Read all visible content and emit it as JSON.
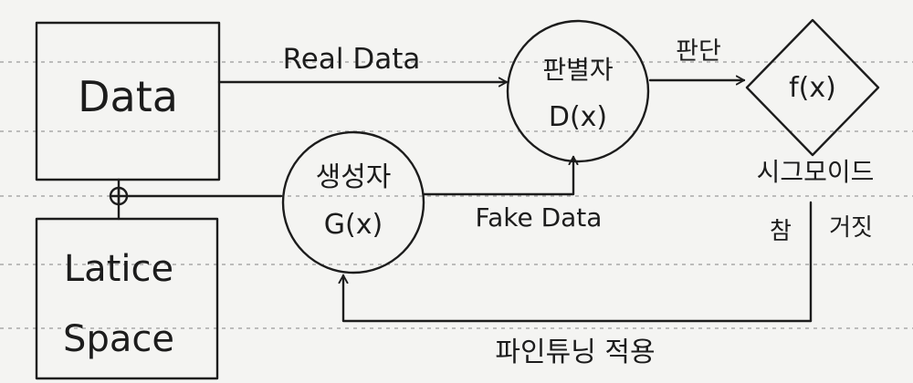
{
  "nodes": {
    "data": "Data",
    "latent_line1": "Latice",
    "latent_line2": "Space",
    "generator_line1": "생성자",
    "generator_line2": "G(x)",
    "discriminator_line1": "판별자",
    "discriminator_line2": "D(x)",
    "function": "f(x)",
    "activation": "시그모이드"
  },
  "edges": {
    "real_data": "Real Data",
    "fake_data": "Fake Data",
    "judgement": "판단",
    "true_label": "참",
    "false_label": "거짓",
    "feedback": "파인튜닝 적용"
  }
}
